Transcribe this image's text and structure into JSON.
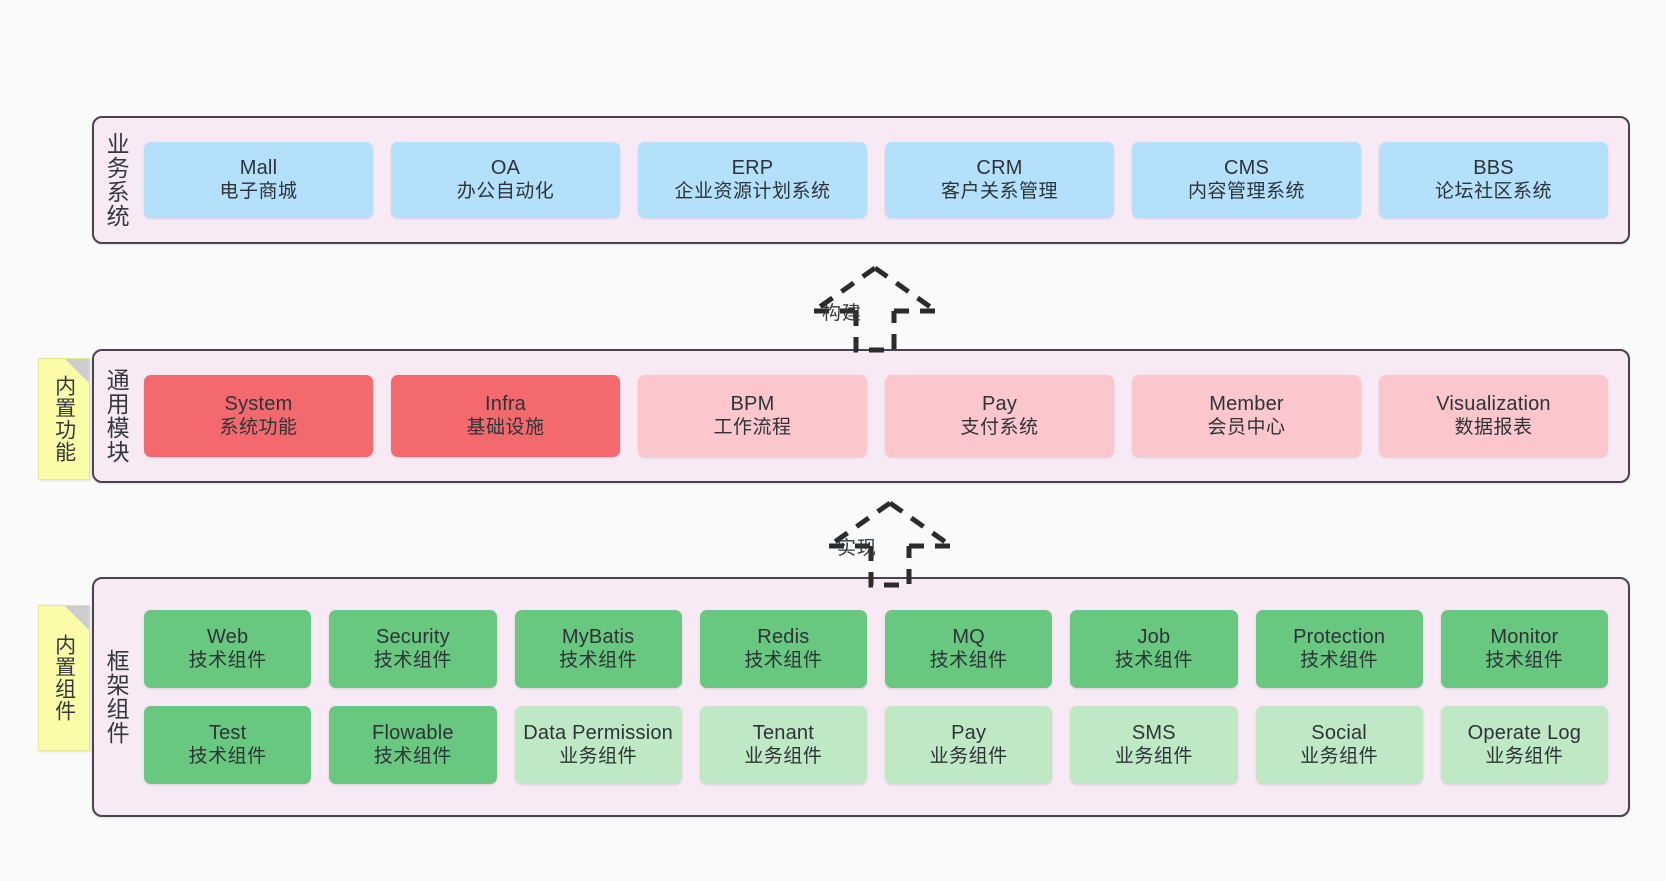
{
  "diagram": {
    "background_color": "#fafafa",
    "panel_fill": "#f7eaf5",
    "panel_border": "#4a424c",
    "sticky_fill": "#fcfca8"
  },
  "sections": {
    "business": {
      "title": "业务系统",
      "accent": "#b3e0fb",
      "cards": [
        {
          "en": "Mall",
          "cn": "电子商城"
        },
        {
          "en": "OA",
          "cn": "办公自动化"
        },
        {
          "en": "ERP",
          "cn": "企业资源计划系统"
        },
        {
          "en": "CRM",
          "cn": "客户关系管理"
        },
        {
          "en": "CMS",
          "cn": "内容管理系统"
        },
        {
          "en": "BBS",
          "cn": "论坛社区系统"
        }
      ]
    },
    "modules": {
      "title": "通用模块",
      "sticky": "内置功能",
      "accent_strong": "#f4696e",
      "accent_soft": "#fcc6cd",
      "cards": [
        {
          "en": "System",
          "cn": "系统功能",
          "tone": "red"
        },
        {
          "en": "Infra",
          "cn": "基础设施",
          "tone": "red"
        },
        {
          "en": "BPM",
          "cn": "工作流程",
          "tone": "pink"
        },
        {
          "en": "Pay",
          "cn": "支付系统",
          "tone": "pink"
        },
        {
          "en": "Member",
          "cn": "会员中心",
          "tone": "pink"
        },
        {
          "en": "Visualization",
          "cn": "数据报表",
          "tone": "pink"
        }
      ]
    },
    "framework": {
      "title": "框架组件",
      "sticky": "内置组件",
      "accent_strong": "#68c880",
      "accent_soft": "#bfe8c4",
      "row1": [
        {
          "en": "Web",
          "cn": "技术组件",
          "tone": "green"
        },
        {
          "en": "Security",
          "cn": "技术组件",
          "tone": "green"
        },
        {
          "en": "MyBatis",
          "cn": "技术组件",
          "tone": "green"
        },
        {
          "en": "Redis",
          "cn": "技术组件",
          "tone": "green"
        },
        {
          "en": "MQ",
          "cn": "技术组件",
          "tone": "green"
        },
        {
          "en": "Job",
          "cn": "技术组件",
          "tone": "green"
        },
        {
          "en": "Protection",
          "cn": "技术组件",
          "tone": "green"
        },
        {
          "en": "Monitor",
          "cn": "技术组件",
          "tone": "green"
        }
      ],
      "row2": [
        {
          "en": "Test",
          "cn": "技术组件",
          "tone": "green"
        },
        {
          "en": "Flowable",
          "cn": "技术组件",
          "tone": "green"
        },
        {
          "en": "Data Permission",
          "cn": "业务组件",
          "tone": "lgreen"
        },
        {
          "en": "Tenant",
          "cn": "业务组件",
          "tone": "lgreen"
        },
        {
          "en": "Pay",
          "cn": "业务组件",
          "tone": "lgreen"
        },
        {
          "en": "SMS",
          "cn": "业务组件",
          "tone": "lgreen"
        },
        {
          "en": "Social",
          "cn": "业务组件",
          "tone": "lgreen"
        },
        {
          "en": "Operate Log",
          "cn": "业务组件",
          "tone": "lgreen"
        }
      ]
    }
  },
  "connectors": [
    {
      "label": "构建",
      "from": "通用模块",
      "to": "业务系统",
      "style": "dashed-generalization"
    },
    {
      "label": "实现",
      "from": "框架组件",
      "to": "通用模块",
      "style": "dashed-generalization"
    }
  ]
}
